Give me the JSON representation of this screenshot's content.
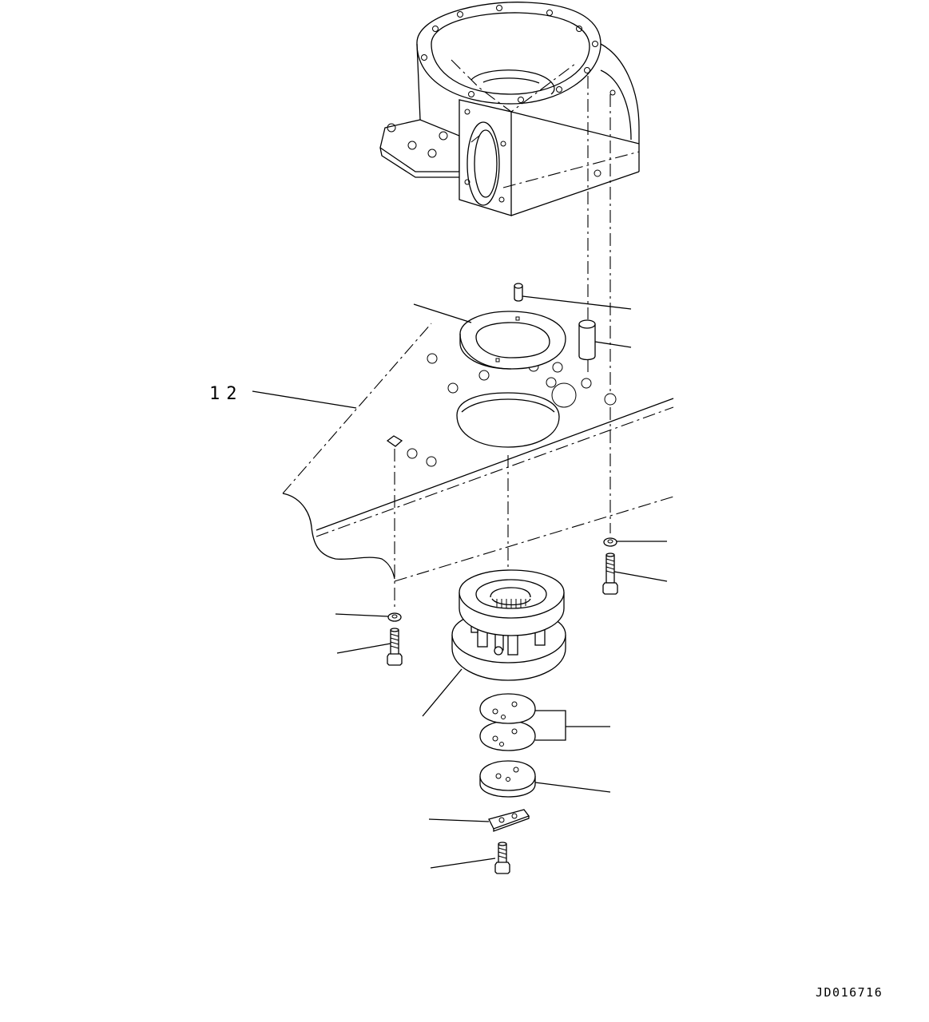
{
  "diagram": {
    "callout_number": "12",
    "drawing_id": "JD016716"
  },
  "parts": [
    {
      "name": "housing"
    },
    {
      "name": "frame-plate"
    },
    {
      "name": "ring-shim"
    },
    {
      "name": "small-dowel-pin"
    },
    {
      "name": "large-dowel-pin"
    },
    {
      "name": "carrier-assembly"
    },
    {
      "name": "washer"
    },
    {
      "name": "bolt"
    },
    {
      "name": "shim-discs"
    },
    {
      "name": "thrust-disc"
    },
    {
      "name": "lock-plate"
    }
  ]
}
